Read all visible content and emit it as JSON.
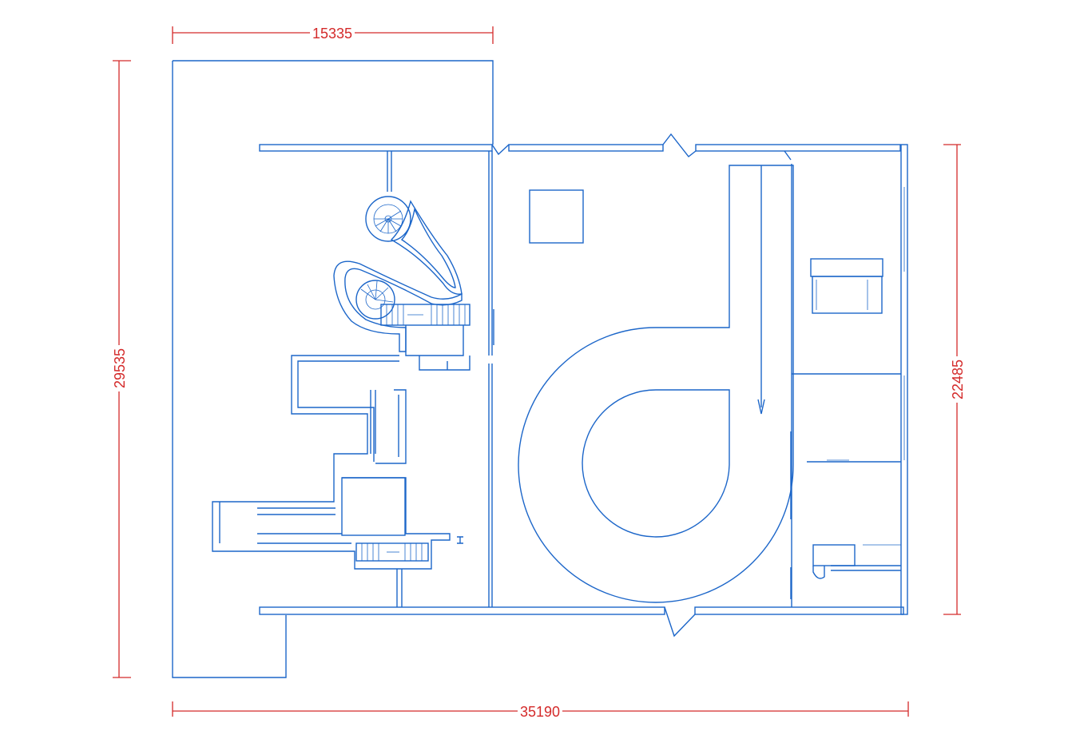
{
  "drawing": {
    "line_color": "#1c66c9",
    "dimension_color": "#d42a2a",
    "background": "#ffffff"
  },
  "dimensions": {
    "top_width": "15335",
    "bottom_width": "35190",
    "left_height": "29535",
    "right_height": "22485"
  }
}
